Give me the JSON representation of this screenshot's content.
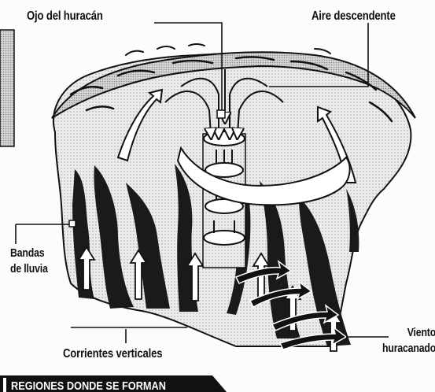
{
  "labels": {
    "eye": "Ojo del huracán",
    "descending_air": "Aire descendente",
    "rain_bands_line1": "Bandas",
    "rain_bands_line2": "de lluvia",
    "vertical_currents": "Corrientes verticales",
    "wind_line1": "Viento",
    "wind_line2": "huracanado"
  },
  "banner": {
    "text": "REGIONES DONDE SE FORMAN"
  },
  "colors": {
    "ink": "#111111",
    "paper": "#fcfcfc",
    "halftone": "#bdbdbd",
    "dark_band": "#1a1a1a"
  }
}
